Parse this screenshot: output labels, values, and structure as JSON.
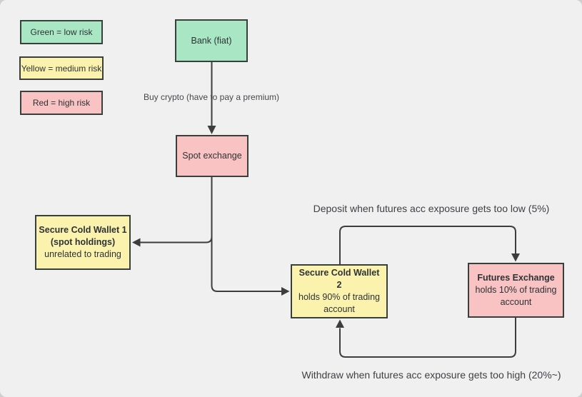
{
  "legend": {
    "items": [
      {
        "label": "Green = low risk",
        "risk": "low"
      },
      {
        "label": "Yellow = medium risk",
        "risk": "medium"
      },
      {
        "label": "Red = high risk",
        "risk": "high"
      }
    ]
  },
  "colors": {
    "low_risk": "#a9e7c4",
    "medium_risk": "#fbf3ad",
    "high_risk": "#f8c3c2",
    "line": "#3d3d3d",
    "border": "#38403d",
    "background": "#f0f0f1"
  },
  "nodes": {
    "bank": {
      "title": "Bank (fiat)",
      "risk": "low"
    },
    "spot_exchange": {
      "title": "Spot exchange",
      "risk": "high"
    },
    "cold_wallet_1": {
      "title": "Secure Cold Wallet 1",
      "subtitle_bold": "(spot holdings)",
      "subtitle": "unrelated to trading",
      "risk": "medium"
    },
    "cold_wallet_2": {
      "title": "Secure Cold Wallet 2",
      "subtitle": "holds 90% of trading account",
      "risk": "medium"
    },
    "futures_exchange": {
      "title": "Futures Exchange",
      "subtitle": "holds 10% of trading account",
      "risk": "high"
    }
  },
  "edge_labels": {
    "buy_crypto": "Buy crypto (have to pay a premium)",
    "deposit": "Deposit when futures acc exposure gets too low (5%)",
    "withdraw": "Withdraw when futures acc exposure gets too high (20%~)"
  }
}
